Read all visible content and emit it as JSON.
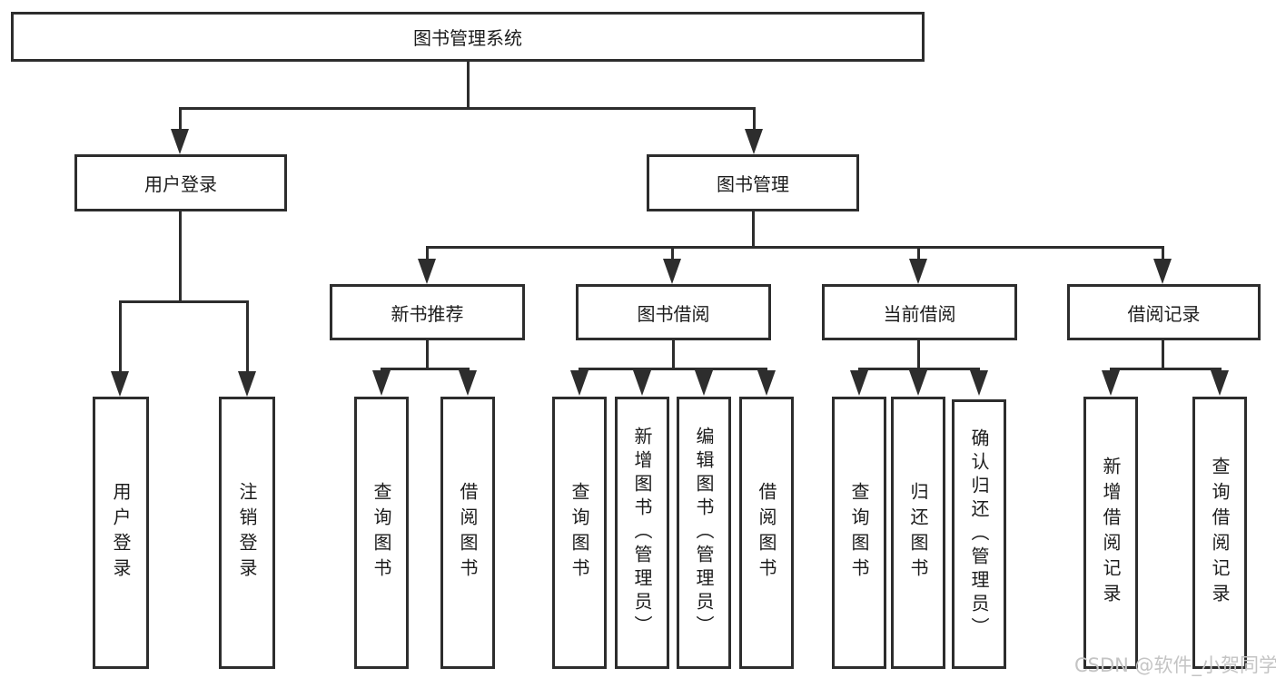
{
  "diagram": {
    "title": "图书管理系统",
    "branches": {
      "user_login": {
        "label": "用户登录",
        "children": [
          "用户登录",
          "注销登录"
        ]
      },
      "book_management": {
        "label": "图书管理",
        "sections": [
          {
            "label": "新书推荐",
            "children": [
              "查询图书",
              "借阅图书"
            ]
          },
          {
            "label": "图书借阅",
            "children": [
              "查询图书",
              "新增图书（管理员）",
              "编辑图书（管理员）",
              "借阅图书"
            ]
          },
          {
            "label": "当前借阅",
            "children": [
              "查询图书",
              "归还图书",
              "确认归还（管理员）"
            ]
          },
          {
            "label": "借阅记录",
            "children": [
              "新增借阅记录",
              "查询借阅记录"
            ]
          }
        ]
      }
    },
    "colors": {
      "line": "#2d2d2d",
      "text": "#1c1c1c",
      "background": "#ffffff",
      "watermark": "#c4c4c4"
    }
  },
  "watermark": {
    "text": "CSDN @软件_小贺同学"
  }
}
